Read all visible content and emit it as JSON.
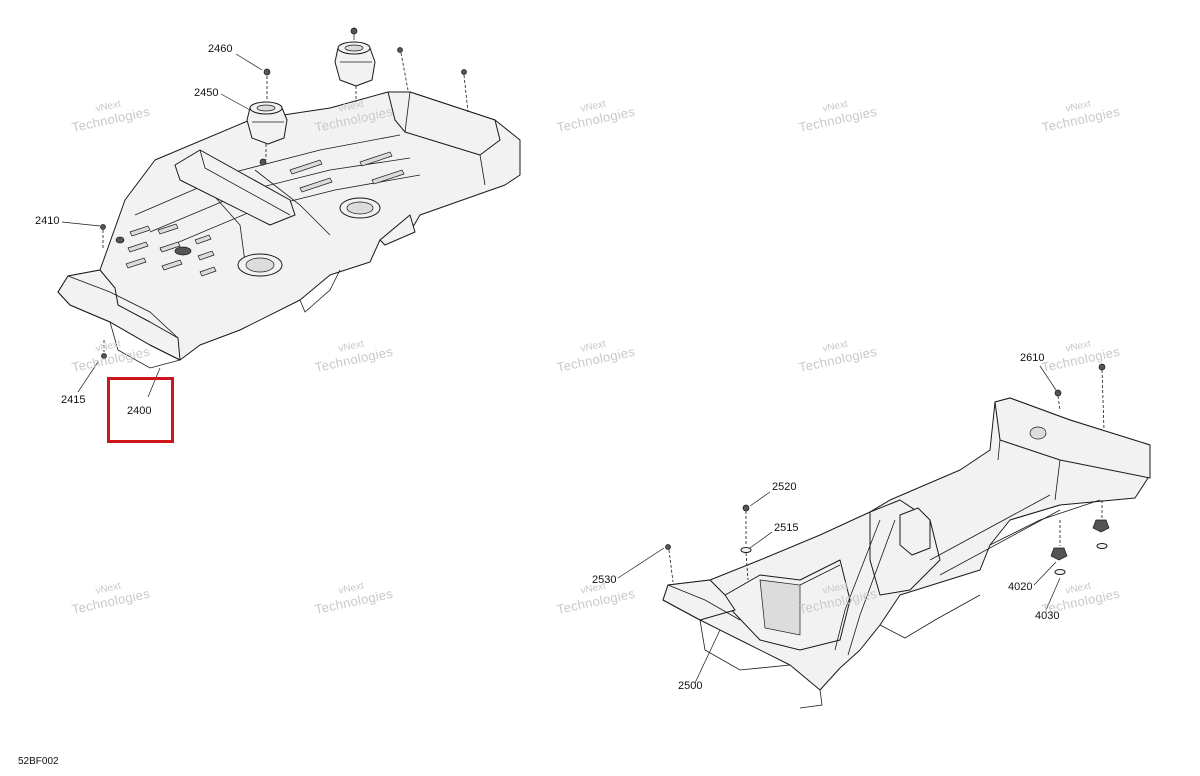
{
  "diagram": {
    "reference_code": "52BF002",
    "highlight_color": "#d0141b",
    "line_color": "#1a1a1a",
    "fill_color": "#f2f2f2",
    "callouts": {
      "c2460": "2460",
      "c2450": "2450",
      "c2410": "2410",
      "c2415": "2415",
      "c2400": "2400",
      "c2610": "2610",
      "c2520": "2520",
      "c2515": "2515",
      "c2530": "2530",
      "c4020": "4020",
      "c4030": "4030",
      "c2500": "2500"
    },
    "watermark": {
      "line1": "vNext",
      "line2": "Technologies"
    }
  }
}
